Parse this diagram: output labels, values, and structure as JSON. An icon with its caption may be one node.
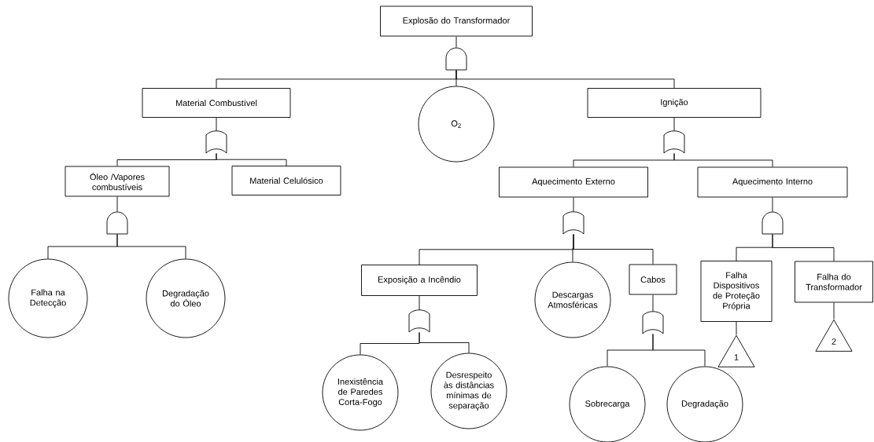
{
  "diagram": {
    "nodes": [
      {
        "text": [
          "Explosão do Transformador"
        ]
      },
      {
        "text": [],
        "shape": "and-gate"
      },
      {
        "text": [
          "Material Combustível"
        ]
      },
      {
        "text": [
          "O$_{2}$"
        ]
      },
      {
        "text": [
          "Ignição"
        ]
      },
      {
        "text": [],
        "shape": "or-gate"
      },
      {
        "text": [],
        "shape": "or-gate"
      },
      {
        "text": [
          "Óleo /Vapores combustíveis"
        ]
      },
      {
        "text": [
          "Material Celulósico"
        ]
      },
      {
        "text": [
          "Aquecimento Externo"
        ]
      },
      {
        "text": [
          "Aquecimento Interno"
        ]
      },
      {
        "text": [],
        "shape": "and-gate"
      },
      {
        "text": [],
        "shape": "or-gate"
      },
      {
        "text": [],
        "shape": "and-gate"
      },
      {
        "text": [
          "Falha na Detecção"
        ]
      },
      {
        "text": [
          "Degradação do Óleo"
        ]
      },
      {
        "text": [
          "Exposição a Incêndio"
        ]
      },
      {
        "text": [
          "Descargas Atmosféricas"
        ]
      },
      {
        "text": [
          "Cabos"
        ]
      },
      {
        "text": [
          "Falha Dispositivos de Proteção Própria"
        ]
      },
      {
        "text": [
          "Falha do Transformador"
        ]
      },
      {
        "text": [],
        "shape": "or-gate"
      },
      {
        "text": [],
        "shape": "or-gate"
      },
      {
        "text": [
          "1"
        ]
      },
      {
        "text": [
          "2"
        ]
      },
      {
        "text": [
          "Inexistência de Paredes Corta-Fogo"
        ]
      },
      {
        "text": [
          "Desrespeito às distâncias mínimas de separação"
        ]
      },
      {
        "text": [
          "Sobrecarga"
        ]
      },
      {
        "text": [
          "Degradação"
        ]
      }
    ],
    "edges": [
      {
        "from": 0,
        "to": 1,
        "arrow": "none"
      },
      {
        "from": 1,
        "to": 2,
        "arrow": "none"
      },
      {
        "from": 1,
        "to": 3,
        "arrow": "none"
      },
      {
        "from": 1,
        "to": 4,
        "arrow": "none"
      },
      {
        "from": 2,
        "to": 5,
        "arrow": "none"
      },
      {
        "from": 4,
        "to": 6,
        "arrow": "none"
      },
      {
        "from": 5,
        "to": 7,
        "arrow": "none"
      },
      {
        "from": 5,
        "to": 8,
        "arrow": "none"
      },
      {
        "from": 6,
        "to": 9,
        "arrow": "none"
      },
      {
        "from": 6,
        "to": 10,
        "arrow": "none"
      },
      {
        "from": 7,
        "to": 11,
        "arrow": "none"
      },
      {
        "from": 9,
        "to": 12,
        "arrow": "none"
      },
      {
        "from": 10,
        "to": 13,
        "arrow": "none"
      },
      {
        "from": 11,
        "to": 14,
        "arrow": "none"
      },
      {
        "from": 11,
        "to": 15,
        "arrow": "none"
      },
      {
        "from": 12,
        "to": 16,
        "arrow": "none"
      },
      {
        "from": 12,
        "to": 17,
        "arrow": "none"
      },
      {
        "from": 12,
        "to": 18,
        "arrow": "none"
      },
      {
        "from": 13,
        "to": 19,
        "arrow": "none"
      },
      {
        "from": 13,
        "to": 20,
        "arrow": "none"
      },
      {
        "from": 16,
        "to": 21,
        "arrow": "none"
      },
      {
        "from": 18,
        "to": 22,
        "arrow": "none"
      },
      {
        "from": 19,
        "to": 23,
        "arrow": "none"
      },
      {
        "from": 20,
        "to": 24,
        "arrow": "none"
      },
      {
        "from": 21,
        "to": 25,
        "arrow": "none"
      },
      {
        "from": 21,
        "to": 26,
        "arrow": "none"
      },
      {
        "from": 22,
        "to": 27,
        "arrow": "none"
      },
      {
        "from": 22,
        "to": 28,
        "arrow": "none"
      }
    ]
  }
}
